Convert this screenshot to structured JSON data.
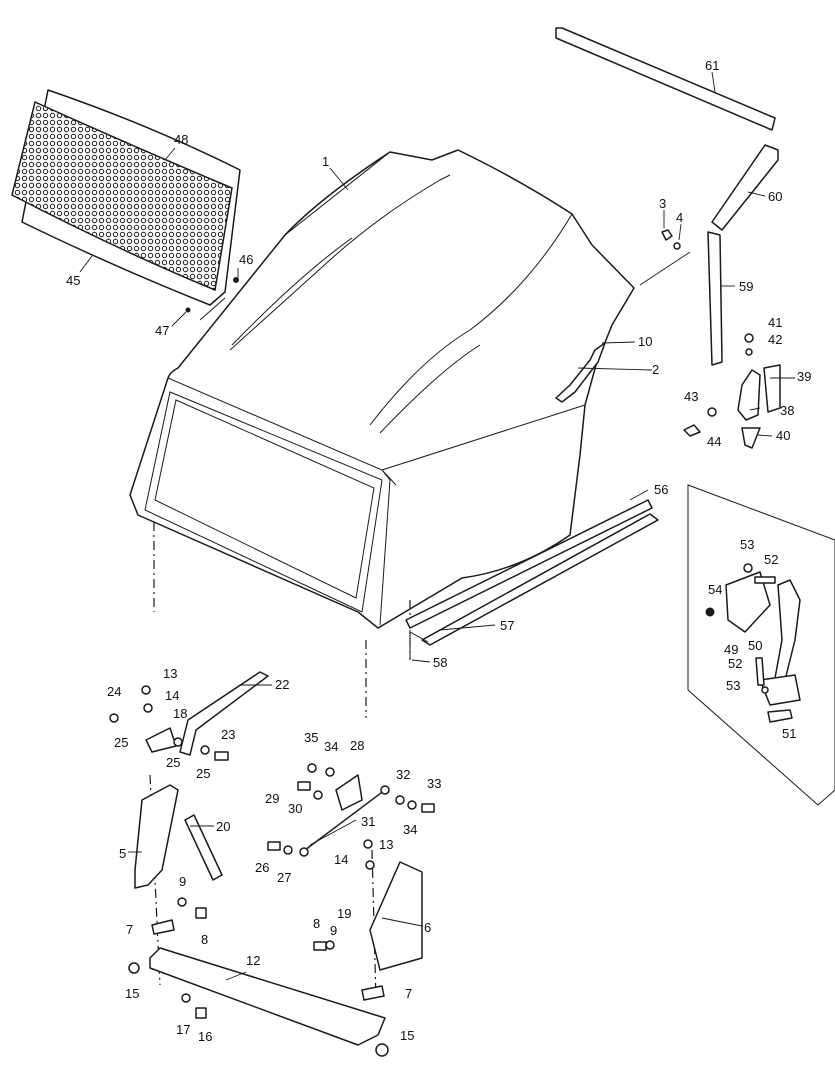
{
  "diagram": {
    "type": "exploded-parts-diagram",
    "line_color": "#1a1a1a",
    "background": "#ffffff",
    "callouts": [
      {
        "id": "c1",
        "label": "1"
      },
      {
        "id": "c2",
        "label": "2"
      },
      {
        "id": "c3",
        "label": "3"
      },
      {
        "id": "c4",
        "label": "4"
      },
      {
        "id": "c5",
        "label": "5"
      },
      {
        "id": "c6",
        "label": "6"
      },
      {
        "id": "c7a",
        "label": "7"
      },
      {
        "id": "c7b",
        "label": "7"
      },
      {
        "id": "c8a",
        "label": "8"
      },
      {
        "id": "c8b",
        "label": "8"
      },
      {
        "id": "c9a",
        "label": "9"
      },
      {
        "id": "c9b",
        "label": "9"
      },
      {
        "id": "c10",
        "label": "10"
      },
      {
        "id": "c12",
        "label": "12"
      },
      {
        "id": "c13a",
        "label": "13"
      },
      {
        "id": "c13b",
        "label": "13"
      },
      {
        "id": "c14a",
        "label": "14"
      },
      {
        "id": "c14b",
        "label": "14"
      },
      {
        "id": "c15a",
        "label": "15"
      },
      {
        "id": "c15b",
        "label": "15"
      },
      {
        "id": "c16",
        "label": "16"
      },
      {
        "id": "c17",
        "label": "17"
      },
      {
        "id": "c18",
        "label": "18"
      },
      {
        "id": "c19",
        "label": "19"
      },
      {
        "id": "c20",
        "label": "20"
      },
      {
        "id": "c22",
        "label": "22"
      },
      {
        "id": "c23",
        "label": "23"
      },
      {
        "id": "c24",
        "label": "24"
      },
      {
        "id": "c25a",
        "label": "25"
      },
      {
        "id": "c25b",
        "label": "25"
      },
      {
        "id": "c25c",
        "label": "25"
      },
      {
        "id": "c26",
        "label": "26"
      },
      {
        "id": "c27",
        "label": "27"
      },
      {
        "id": "c28",
        "label": "28"
      },
      {
        "id": "c29",
        "label": "29"
      },
      {
        "id": "c30",
        "label": "30"
      },
      {
        "id": "c31",
        "label": "31"
      },
      {
        "id": "c32",
        "label": "32"
      },
      {
        "id": "c33",
        "label": "33"
      },
      {
        "id": "c34a",
        "label": "34"
      },
      {
        "id": "c34b",
        "label": "34"
      },
      {
        "id": "c35",
        "label": "35"
      },
      {
        "id": "c38",
        "label": "38"
      },
      {
        "id": "c39",
        "label": "39"
      },
      {
        "id": "c40",
        "label": "40"
      },
      {
        "id": "c41",
        "label": "41"
      },
      {
        "id": "c42",
        "label": "42"
      },
      {
        "id": "c43",
        "label": "43"
      },
      {
        "id": "c44",
        "label": "44"
      },
      {
        "id": "c45",
        "label": "45"
      },
      {
        "id": "c46",
        "label": "46"
      },
      {
        "id": "c47",
        "label": "47"
      },
      {
        "id": "c48",
        "label": "48"
      },
      {
        "id": "c49",
        "label": "49"
      },
      {
        "id": "c50",
        "label": "50"
      },
      {
        "id": "c51",
        "label": "51"
      },
      {
        "id": "c52a",
        "label": "52"
      },
      {
        "id": "c52b",
        "label": "52"
      },
      {
        "id": "c53a",
        "label": "53"
      },
      {
        "id": "c53b",
        "label": "53"
      },
      {
        "id": "c54",
        "label": "54"
      },
      {
        "id": "c56",
        "label": "56"
      },
      {
        "id": "c57",
        "label": "57"
      },
      {
        "id": "c58",
        "label": "58"
      },
      {
        "id": "c59",
        "label": "59"
      },
      {
        "id": "c60",
        "label": "60"
      },
      {
        "id": "c61",
        "label": "61"
      }
    ]
  }
}
